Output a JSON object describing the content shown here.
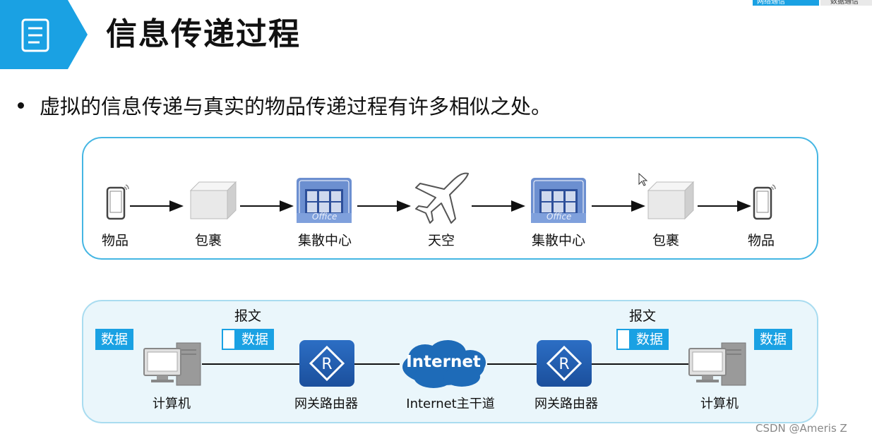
{
  "header": {
    "title": "信息传递过程",
    "accent_color": "#1aa1e3",
    "icon": "document-icon",
    "top_tabs": [
      "网络通信",
      "数据通信"
    ]
  },
  "bullet": {
    "text": "虚拟的信息传递与真实的物品传递过程有许多相似之处。"
  },
  "physical_flow": {
    "nodes": [
      {
        "label": "物品",
        "icon": "phone-icon"
      },
      {
        "label": "包裹",
        "icon": "box-icon"
      },
      {
        "label": "集散中心",
        "icon": "office-building-icon",
        "badge": "Office"
      },
      {
        "label": "天空",
        "icon": "airplane-icon"
      },
      {
        "label": "集散中心",
        "icon": "office-building-icon",
        "badge": "Office"
      },
      {
        "label": "包裹",
        "icon": "box-icon"
      },
      {
        "label": "物品",
        "icon": "phone-icon"
      }
    ]
  },
  "network_flow": {
    "nodes": [
      {
        "label": "计算机",
        "icon": "computer-icon",
        "tag": "数据"
      },
      {
        "label": "网关路由器",
        "icon": "router-icon"
      },
      {
        "label": "Internet主干道",
        "icon": "internet-cloud-icon",
        "cloud_text": "Internet"
      },
      {
        "label": "网关路由器",
        "icon": "router-icon"
      },
      {
        "label": "计算机",
        "icon": "computer-icon",
        "tag": "数据"
      }
    ],
    "messages": [
      {
        "caption": "报文",
        "content": "数据"
      },
      {
        "caption": "报文",
        "content": "数据"
      }
    ]
  },
  "watermark": "CSDN @Ameris Z"
}
